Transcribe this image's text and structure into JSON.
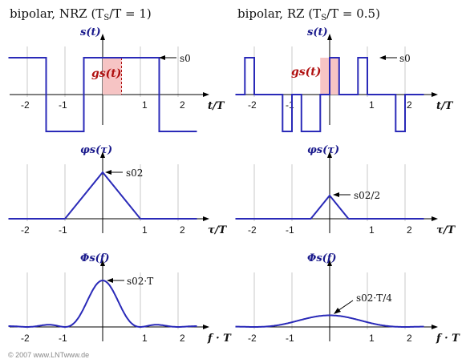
{
  "titles": {
    "left": "bipolar, NRZ (T",
    "left_sub": "S",
    "left_rest": "/T = 1)",
    "right": "bipolar, RZ (T",
    "right_sub": "S",
    "right_rest": "/T = 0.5)"
  },
  "labels": {
    "s_t": "s(t)",
    "phi": "φs(τ)",
    "Phi": "Φs(f)",
    "x_t": "t/T",
    "x_tau": "τ/T",
    "x_f": "f · T",
    "gs": "gs(t)"
  },
  "annotations": {
    "s0": "s0",
    "s0sq": "s02",
    "s0sq_half": "s02/2",
    "s0sq_T": "s02·T",
    "s0sq_T4": "s02·T/4"
  },
  "ticks": [
    "-2",
    "-1",
    "1",
    "2"
  ],
  "copyright": "© 2007 www.LNTwww.de",
  "colors": {
    "curve": "#2a2ab8",
    "pulse_fill": "#f6c4c4",
    "pulse_label": "#b01010"
  },
  "chart_data": [
    {
      "type": "line",
      "panel": "left-signal",
      "ylabel": "s(t)",
      "xlabel": "t/T",
      "x": [
        -2.5,
        -1.5,
        -1.5,
        -0.5,
        -0.5,
        1.5,
        1.5,
        2.5
      ],
      "y": [
        1,
        1,
        -1,
        -1,
        1,
        1,
        -1,
        -1
      ],
      "shaded_pulse": [
        0,
        0.5
      ]
    },
    {
      "type": "line",
      "panel": "right-signal",
      "ylabel": "s(t)",
      "xlabel": "t/T",
      "x": [
        -2.5,
        -2.25,
        -2.25,
        -2,
        -2,
        -1.25,
        -1.25,
        -1,
        -1,
        -0.75,
        -0.75,
        -0.25,
        -0.25,
        0,
        0,
        0.25,
        0.25,
        0.75,
        0.75,
        1,
        1,
        1.75,
        1.75,
        2,
        2,
        2.5
      ],
      "y": [
        0,
        0,
        1,
        1,
        0,
        0,
        -1,
        -1,
        0,
        0,
        -1,
        -1,
        0,
        0,
        1,
        1,
        0,
        0,
        1,
        1,
        0,
        0,
        -1,
        -1,
        0,
        0
      ],
      "shaded_pulse": [
        -0.25,
        0.25
      ]
    },
    {
      "type": "line",
      "panel": "left-acf",
      "ylabel": "φs(τ)",
      "xlabel": "τ/T",
      "x": [
        -2.5,
        -1,
        0,
        1,
        2.5
      ],
      "y": [
        0,
        0,
        1,
        0,
        0
      ]
    },
    {
      "type": "line",
      "panel": "right-acf",
      "ylabel": "φs(τ)",
      "xlabel": "τ/T",
      "x": [
        -2.5,
        -0.5,
        0,
        0.5,
        2.5
      ],
      "y": [
        0,
        0,
        0.5,
        0,
        0
      ]
    },
    {
      "type": "line",
      "panel": "left-psd",
      "ylabel": "Φs(f)",
      "xlabel": "f · T",
      "function": "sinc^2(f*T)",
      "x_range": [
        -2.5,
        2.5
      ],
      "peak": 1
    },
    {
      "type": "line",
      "panel": "right-psd",
      "ylabel": "Φs(f)",
      "xlabel": "f · T",
      "function": "0.25*sinc^2(f*T/2)",
      "x_range": [
        -2.5,
        2.5
      ],
      "peak": 0.25
    }
  ]
}
